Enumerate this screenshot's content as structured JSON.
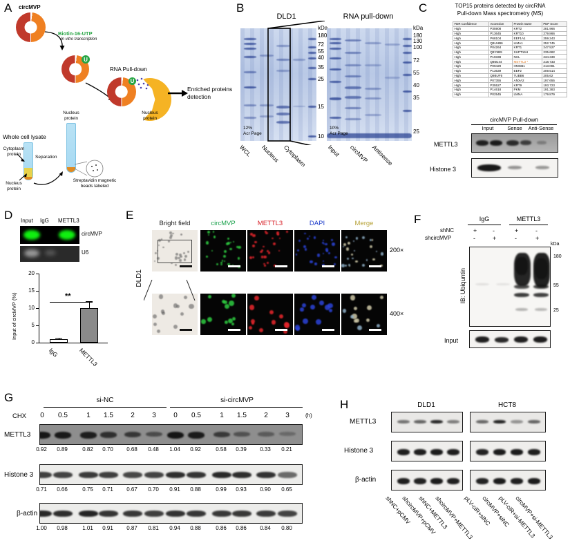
{
  "panels": {
    "A": {
      "letter": "A",
      "title_circmvp": "circMVP",
      "biotin": "Biotin-16-UTP",
      "invitro": "In vitro transcription",
      "pulldown": "RNA Pull-down",
      "enriched_l1": "Enriched proteins",
      "enriched_l2": "detection",
      "whole_cell_lysate": "Whole cell lysate",
      "cytoplasm_l1": "Cytoplasm",
      "cytoplasm_l2": "protein",
      "nucleus_l1": "Nucleus",
      "nucleus_l2": "protein",
      "separation": "Separation",
      "beads_l1": "Streptavidin magnetic",
      "beads_l2": "beads labeled",
      "nucleus_top_l1": "Nucleus",
      "nucleus_top_l2": "protein",
      "nucleus_moon_l1": "Nucleus",
      "nucleus_moon_l2": "protein",
      "u_badge": "U"
    },
    "B": {
      "letter": "B",
      "gel1_title": "DLD1",
      "gel2_title": "RNA pull-down",
      "kda_label": "kDa",
      "gel1_markers": [
        "180",
        "72",
        "55",
        "40",
        "35",
        "25",
        "15",
        "10"
      ],
      "gel2_markers": [
        "180",
        "130",
        "100",
        "72",
        "55",
        "40",
        "35",
        "25"
      ],
      "gel1_acr_l1": "12%",
      "gel1_acr_l2": "Acr Page",
      "gel2_acr_l1": "10%",
      "gel2_acr_l2": "Acr Page",
      "gel1_lanes": [
        "WCL",
        "Nucleus",
        "Cytoplasm"
      ],
      "gel2_lanes": [
        "Input",
        "circMVP",
        "Antisense"
      ]
    },
    "C": {
      "letter": "C",
      "title_l1": "TOP15 proteins detected by circRNA",
      "title_l2": "Pull-down Mass spectrometry (MS)",
      "columns": [
        "FDR Confidence",
        "Accession",
        "Protein name",
        "PEP Score"
      ],
      "rows": [
        [
          "High",
          "P35908",
          "KRT2",
          "281.966"
        ],
        [
          "High",
          "P13645",
          "KRT10",
          "279.866"
        ],
        [
          "High",
          "P68104",
          "EEF1A1",
          "259.243"
        ],
        [
          "High",
          "Q9UHB6",
          "LIMA1",
          "252.745"
        ],
        [
          "High",
          "P04264",
          "KRT1",
          "247.527"
        ],
        [
          "High",
          "Q9Y5B9",
          "SUPT16H",
          "235.682"
        ],
        [
          "High",
          "P19338",
          "NCL",
          "234.339"
        ],
        [
          "High",
          "Q86U44",
          "METTL3 *",
          "218.733"
        ],
        [
          "High",
          "P09429",
          "HMGB1",
          "213.081"
        ],
        [
          "High",
          "P13639",
          "EEF2",
          "209.514"
        ],
        [
          "High",
          "Q9BUF5",
          "TUBB6",
          "205.62"
        ],
        [
          "High",
          "P07355",
          "ANXA2",
          "197.655"
        ],
        [
          "High",
          "P35527",
          "KRT9",
          "193.723"
        ],
        [
          "High",
          "P14618",
          "PKM",
          "191.383"
        ],
        [
          "High",
          "P02545",
          "LMNA",
          "179.879"
        ]
      ],
      "highlight_row": 7,
      "highlight_color": "#e07b26",
      "blot_title": "circMVP Pull-down",
      "blot_lanes": [
        "Input",
        "Sense",
        "Anti-Sense"
      ],
      "blot_rows": [
        "METTL3",
        "Histone 3"
      ]
    },
    "D": {
      "letter": "D",
      "lanes": [
        "Input",
        "IgG",
        "METTL3"
      ],
      "row_labels": [
        "circMVP",
        "U6"
      ],
      "chart": {
        "ylabel": "Input of circMVP (%)",
        "yticks": [
          "0",
          "5",
          "10",
          "15",
          "20"
        ],
        "categories": [
          "IgG",
          "METTL3"
        ],
        "values": [
          1.0,
          10.1
        ],
        "errors": [
          0.35,
          1.9
        ],
        "significance": "**"
      }
    },
    "E": {
      "letter": "E",
      "row_label": "DLD1",
      "columns": [
        "Bright field",
        "circMVP",
        "METTL3",
        "DAPI",
        "Merge"
      ],
      "column_colors": [
        "#1a1a1a",
        "#18a04a",
        "#d81f26",
        "#1f3ecb",
        "#b8a43c"
      ],
      "mags": [
        "200×",
        "400×"
      ]
    },
    "F": {
      "letter": "F",
      "groups": [
        "IgG",
        "METTL3"
      ],
      "row1_label": "shNC",
      "row1_values": [
        "+",
        "-",
        "+",
        "-"
      ],
      "row2_label": "shcircMVP",
      "row2_values": [
        "-",
        "+",
        "-",
        "+"
      ],
      "kda_label": "kDa",
      "markers": [
        "180",
        "55",
        "25"
      ],
      "ib_label": "IB: Ubiquntin",
      "input_label": "Input"
    },
    "G": {
      "letter": "G",
      "groups": [
        "si-NC",
        "si-circMVP"
      ],
      "chx_label": "CHX",
      "timepoints": [
        "0",
        "0.5",
        "1",
        "1.5",
        "2",
        "3",
        "0",
        "0.5",
        "1",
        "1.5",
        "2",
        "3"
      ],
      "unit": "(h)",
      "rows": [
        {
          "name": "METTL3",
          "values": [
            "0.92",
            "0.89",
            "0.82",
            "0.70",
            "0.68",
            "0.48",
            "1.04",
            "0.92",
            "0.58",
            "0.39",
            "0.33",
            "0.21"
          ]
        },
        {
          "name": "Histone 3",
          "values": [
            "0.71",
            "0.66",
            "0.75",
            "0.71",
            "0.67",
            "0.70",
            "0.91",
            "0.88",
            "0.99",
            "0.93",
            "0.90",
            "0.65"
          ]
        },
        {
          "name": "β-actin",
          "values": [
            "1.00",
            "0.98",
            "1.01",
            "0.91",
            "0.87",
            "0.81",
            "0.94",
            "0.88",
            "0.86",
            "0.86",
            "0.84",
            "0.80"
          ]
        }
      ]
    },
    "H": {
      "letter": "H",
      "cell_lines": [
        "DLD1",
        "HCT8"
      ],
      "rows": [
        "METTL3",
        "Histone 3",
        "β-actin"
      ],
      "lanes_left": [
        "shNC+pCMV",
        "shcircMVP+pCMV",
        "shNC+METTL3",
        "shcircMVP+METTL3"
      ],
      "lanes_right": [
        "pLV-ciR+siNC",
        "circMVP+siNC",
        "pLV-ciR+si-METTL3",
        "circMVP+si-METTL3"
      ]
    }
  }
}
